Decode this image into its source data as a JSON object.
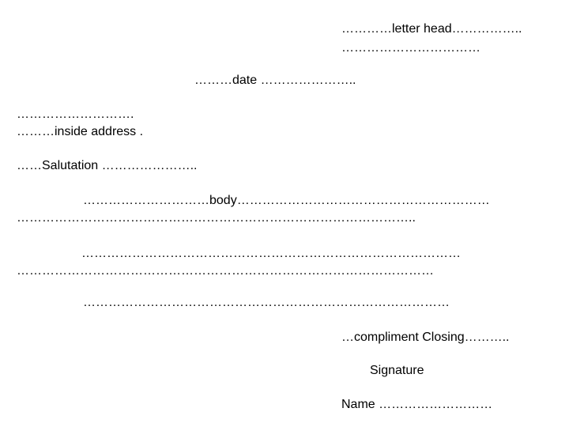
{
  "letter_head": {
    "line1": "…………letter head……………..",
    "line2": "……………………………"
  },
  "date": "………date …………………..",
  "inside_address": {
    "line1": "……………………….",
    "line2": "………inside address ."
  },
  "salutation": "……Salutation …………………..",
  "body": {
    "line1": "…………………………body……………………………………………………",
    "line2": "…………………………………………………………………………………..",
    "line3": "………………………………………………………………………………",
    "line4": "………………………………………………………………………………………",
    "line5": "……………………………………………………………………………"
  },
  "closing": "…compliment Closing………..",
  "signature": "Signature",
  "name": "Name ………………………"
}
